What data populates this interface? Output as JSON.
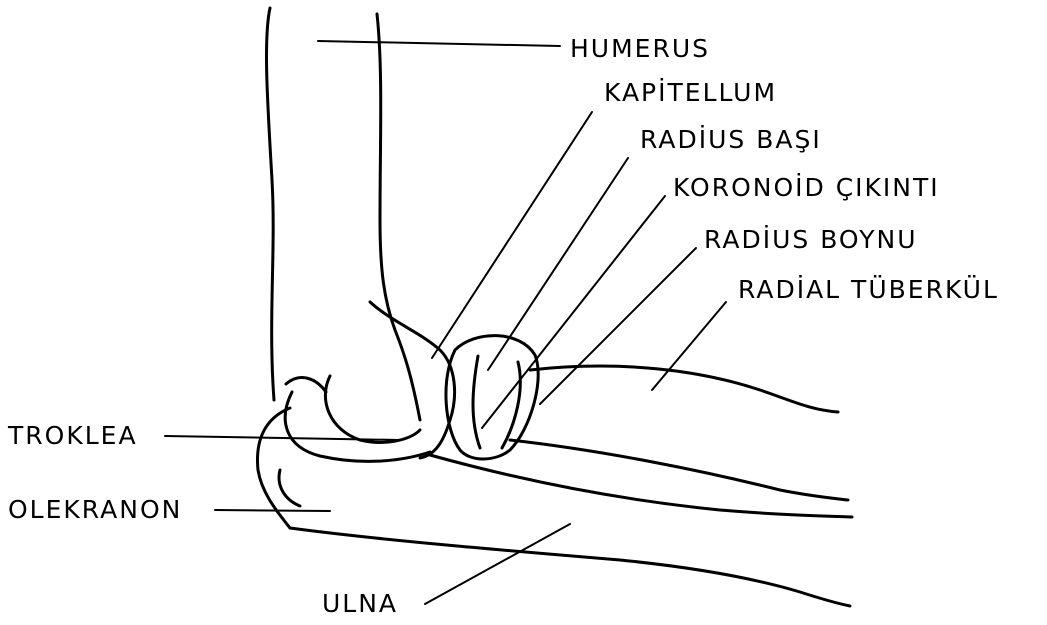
{
  "labels": {
    "humerus": "HUMERUS",
    "kapitellum": "KAPİTELLUM",
    "radius_basi": "RADİUS BAŞI",
    "koronoid": "KORONOİD ÇIKINTI",
    "radius_boynu": "RADİUS BOYNU",
    "radial_tuberkul": "RADİAL TÜBERKÜL",
    "troklea": "TROKLEA",
    "olekranon": "OLEKRANON",
    "ulna": "ULNA"
  }
}
